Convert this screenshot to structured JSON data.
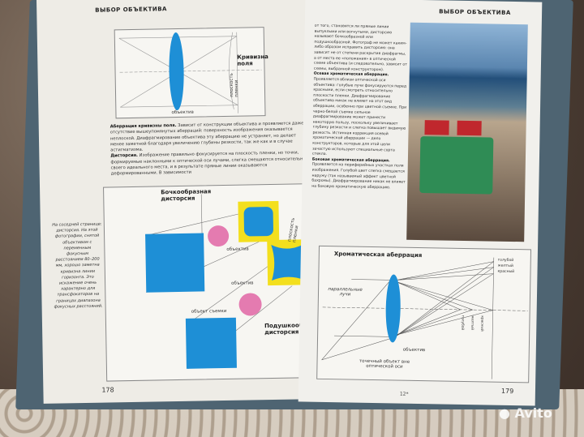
{
  "left_page": {
    "header": "ВЫБОР ОБЪЕКТИВА",
    "top_diagram": {
      "title": "Кривизна поля",
      "film_plane": "плоскость пленки",
      "lens": "объектив"
    },
    "paragraphs": [
      {
        "term": "Аберрация кривизны поля.",
        "text": "Зависит от конструкции объектива и проявляется даже в отсутствие вышеупомянутых аберраций: поверхность изображения оказывается неплоской. Диафрагмирование объектива эту аберрацию не устраняет, но делает менее заметной благодаря увеличению глубины резкости, так же как и в случае астигматизма."
      },
      {
        "term": "Дисторсия.",
        "text": "Изображение правильно фокусируется на плоскость пленки, но точки, формируемые наклонными к оптической оси лучами, слегка смещаются относительно своего идеального места, и в результате прямые линии оказываются деформированными. В зависимости"
      }
    ],
    "distortion_diagram": {
      "barrel": "Бочкообразная дисторсия",
      "film_plane": "плоскость пленки",
      "lens_1": "объектив",
      "lens_2": "объектив",
      "subject": "объект съемки",
      "pincushion": "Подушкообразная дисторсия"
    },
    "side_caption": "На соседней странице: дисторсия. На этой фотографии, снятой объективом с переменным фокусным расстоянием 80–200 мм, хорошо заметна кривизна линии горизонта. Это искажение очень характерно для трансфокаторов на границах диапазона фокусных расстояний.",
    "page_number": "178"
  },
  "right_page": {
    "header": "ВЫБОР ОБЪЕКТИВА",
    "intro": "от того, становятся ли прямые линии выпуклыми или вогнутыми, дисторсию называют бочкообразной или подушкообразной. Фотограф не может каким-либо образом исправить дисторсию: она зависит не от степени раскрытия диафрагмы, а от места ее «положения» в оптической схеме объектива (и следовательно, зависит от схемы, выбранной конструктором).",
    "paragraphs": [
      {
        "term": "Осевая хроматическая аберрация.",
        "text": "Проявляется вблизи оптической оси объектива: голубые лучи фокусируются перед красными, если смотреть относительно плоскости пленки. Диафрагмирование объектива никак не влияет на этот вид аберрации, особенно при цветной съемке. При черно-белой съемке сильное диафрагмирование может принести некоторую пользу, поскольку увеличивает глубину резкости и слегка повышает видимую резкость. Истинная коррекция осевой хроматической аберрации — дело конструкторов, которые для этой цели зачастую используют специальные сорта стекла."
      },
      {
        "term": "Боковая хроматическая аберрация.",
        "text": "Проявляется на периферийных участках поля изображения. Голубой цвет слегка смещается наружу (так называемый эффект цветной бахромы). Диафрагмирование никак не влияет на боковую хроматическую аберрацию."
      }
    ],
    "chromatic_diagram": {
      "title": "Хроматическая аберрация",
      "colors_right": [
        "голубой",
        "желтый",
        "красный"
      ],
      "colors_axis": [
        "голубой",
        "желтый",
        "красный"
      ],
      "parallel_rays": "параллельные лучи",
      "lens": "объектив",
      "point_object": "точечный объект вне оптической оси"
    },
    "signature": "12*",
    "page_number": "179"
  },
  "watermark": "Avito",
  "colors": {
    "lens_blue": "#1e8fd6",
    "yellow": "#f3df1e",
    "pink": "#e47bb0",
    "cover": "#4e6472"
  }
}
